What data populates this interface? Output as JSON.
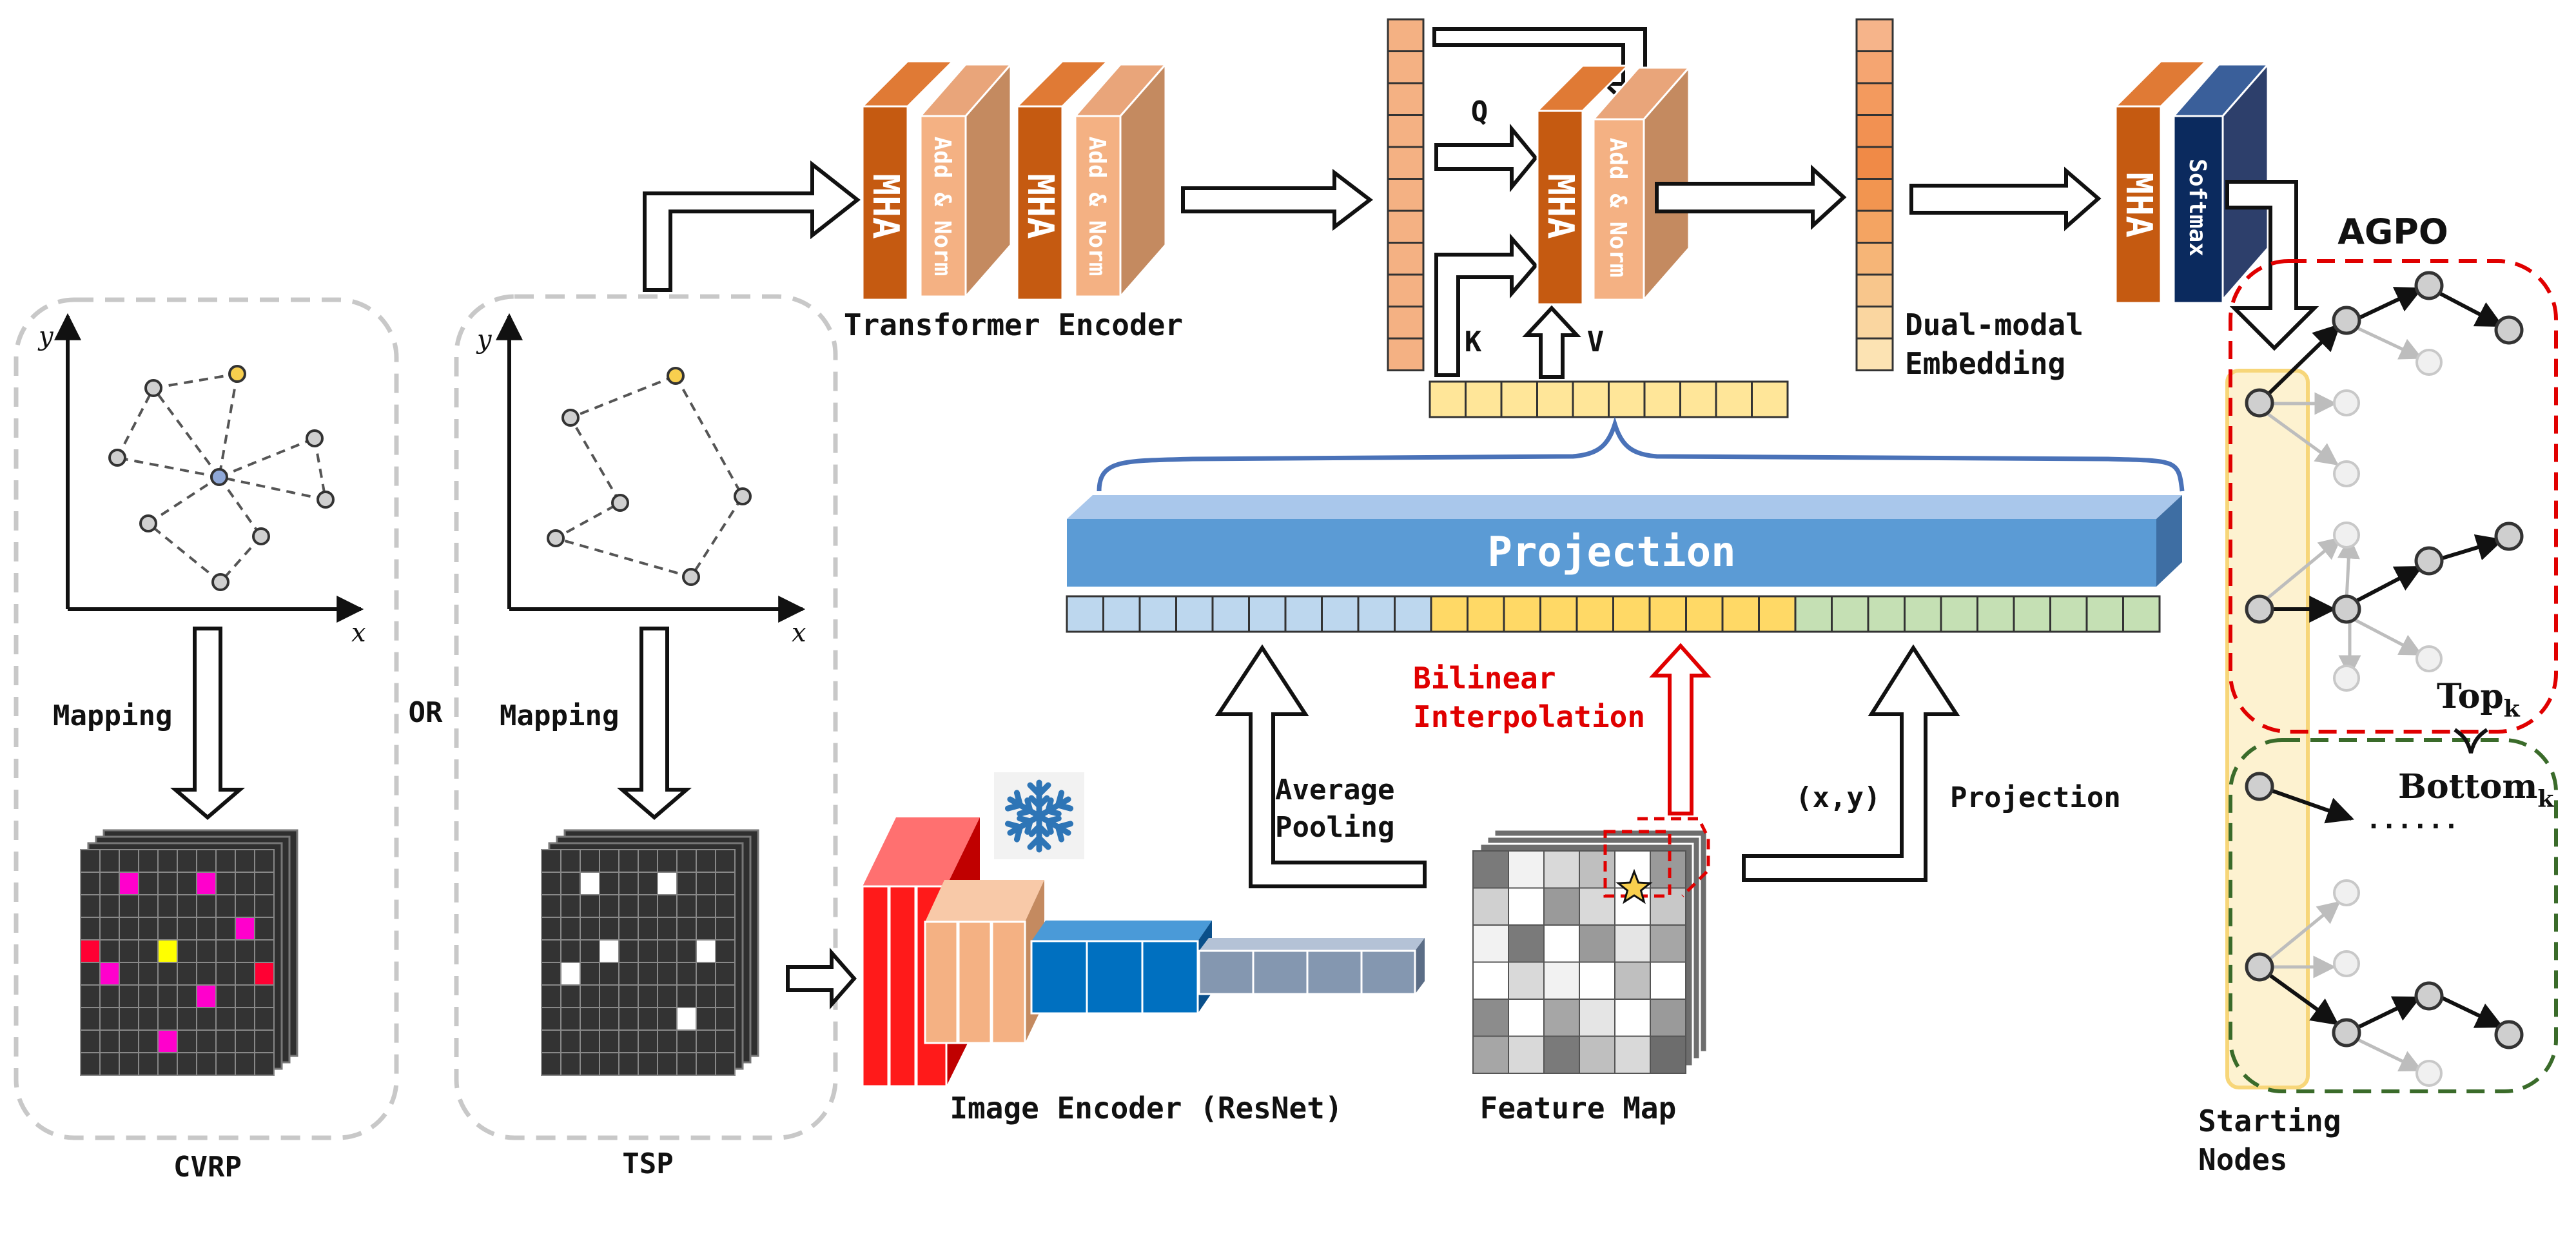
{
  "labels": {
    "cvrp": "CVRP",
    "tsp": "TSP",
    "or": "OR",
    "mapping": "Mapping",
    "axis_x": "x",
    "axis_y": "y",
    "transformer_encoder": "Transformer Encoder",
    "mha": "MHA",
    "add_norm": "Add & Norm",
    "softmax": "Softmax",
    "q": "Q",
    "k": "K",
    "v": "V",
    "dual_modal_line1": "Dual-modal",
    "dual_modal_line2": "Embedding",
    "projection_bar": "Projection",
    "bilinear_line1": "Bilinear",
    "bilinear_line2": "Interpolation",
    "avg_pool_line1": "Average",
    "avg_pool_line2": "Pooling",
    "xy": "(x,y)",
    "projection_side": "Projection",
    "image_encoder": "Image Encoder (ResNet)",
    "feature_map": "Feature Map",
    "agpo": "AGPO",
    "top_k": "Top",
    "bottom_k": "Bottom",
    "subscript_k": "k",
    "ellipsis": "......",
    "starting_line1": "Starting",
    "starting_line2": "Nodes"
  },
  "colors": {
    "mha_orange": "#c55a11",
    "addnorm_tan": "#c48a60",
    "softmax_navy": "#0b2a5e",
    "projection_blue": "#5b9bd5",
    "embed_orange": "#f4b183",
    "token_yellow": "#ffe699",
    "seg_blue": "#bdd7ee",
    "seg_yellow": "#ffd966",
    "seg_green": "#c5e0b4",
    "highlight_red": "#e00000",
    "agpo_green": "#3a6b2a",
    "start_band": "#fdf2d0",
    "pink_cell": "#ff00cc",
    "red_cell": "#ff0033",
    "yellow_cell": "#ffff00",
    "resnet_red": "#ff1a1a",
    "resnet_peach": "#f4b183",
    "resnet_blue": "#0070c0",
    "resnet_gray": "#8497b0"
  }
}
